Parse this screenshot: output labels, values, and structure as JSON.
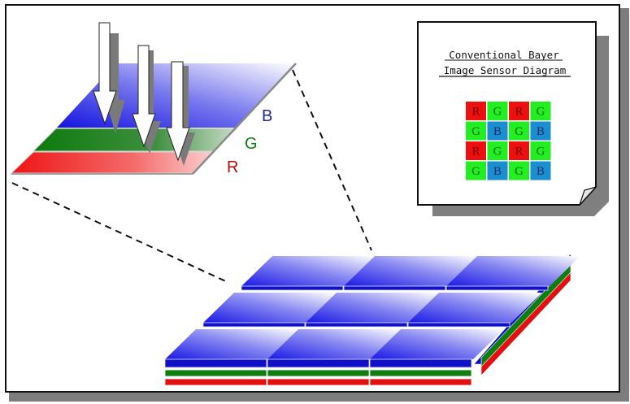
{
  "note": {
    "title_line1": "Conventional Bayer",
    "title_line2": "Image Sensor Diagram"
  },
  "bayer_grid": [
    [
      "R",
      "G",
      "R",
      "G"
    ],
    [
      "G",
      "B",
      "G",
      "B"
    ],
    [
      "R",
      "G",
      "R",
      "G"
    ],
    [
      "G",
      "B",
      "G",
      "B"
    ]
  ],
  "layer_labels": [
    {
      "text": "B",
      "color": "#1f2a9c"
    },
    {
      "text": "G",
      "color": "#127a12"
    },
    {
      "text": "R",
      "color": "#c00a0a"
    }
  ],
  "colors": {
    "red_cell": "#ee1010",
    "green_cell": "#22ee22",
    "blue_cell": "#1a8fd0",
    "red_letter": "#6b0000",
    "green_letter": "#0a6a0a",
    "blue_letter": "#1a2a6a",
    "layer_blue": "#1010c8",
    "layer_green": "#0e7e0e",
    "layer_red": "#e21010"
  },
  "photosite_grid": {
    "rows": 3,
    "cols": 3
  },
  "arrow_count": 3
}
